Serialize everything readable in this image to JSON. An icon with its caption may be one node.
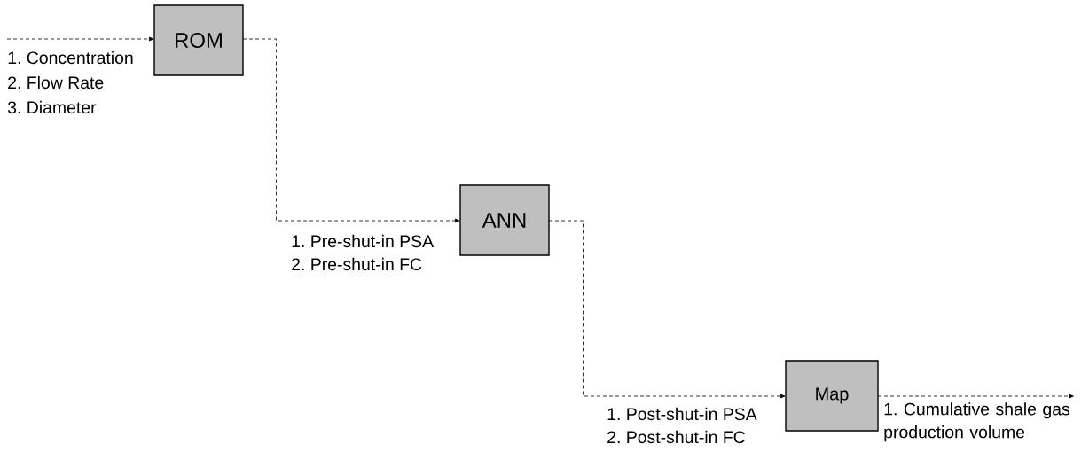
{
  "diagram": {
    "nodes": [
      {
        "text": [
          "ROM"
        ]
      },
      {
        "text": [
          "ANN"
        ]
      },
      {
        "text": [
          "Map"
        ]
      },
      {
        "text": [
          "1. Cumulative shale gas production volume"
        ]
      }
    ],
    "edges": [
      {
        "from": null,
        "to": 0,
        "arrow": "to",
        "style": "dashed"
      },
      {
        "from": 0,
        "to": 1,
        "arrow": "to",
        "style": "dashed"
      },
      {
        "from": 1,
        "to": 2,
        "arrow": "to",
        "style": "dashed"
      },
      {
        "from": 2,
        "to": 3,
        "arrow": "to",
        "style": "dashed"
      }
    ],
    "labels": [
      "1. Concentration",
      "2. Flow Rate",
      "3. Diameter",
      "1. Pre-shut-in PSA",
      "2. Pre-shut-in FC",
      "1. Post-shut-in PSA",
      "2. Post-shut-in FC"
    ]
  }
}
